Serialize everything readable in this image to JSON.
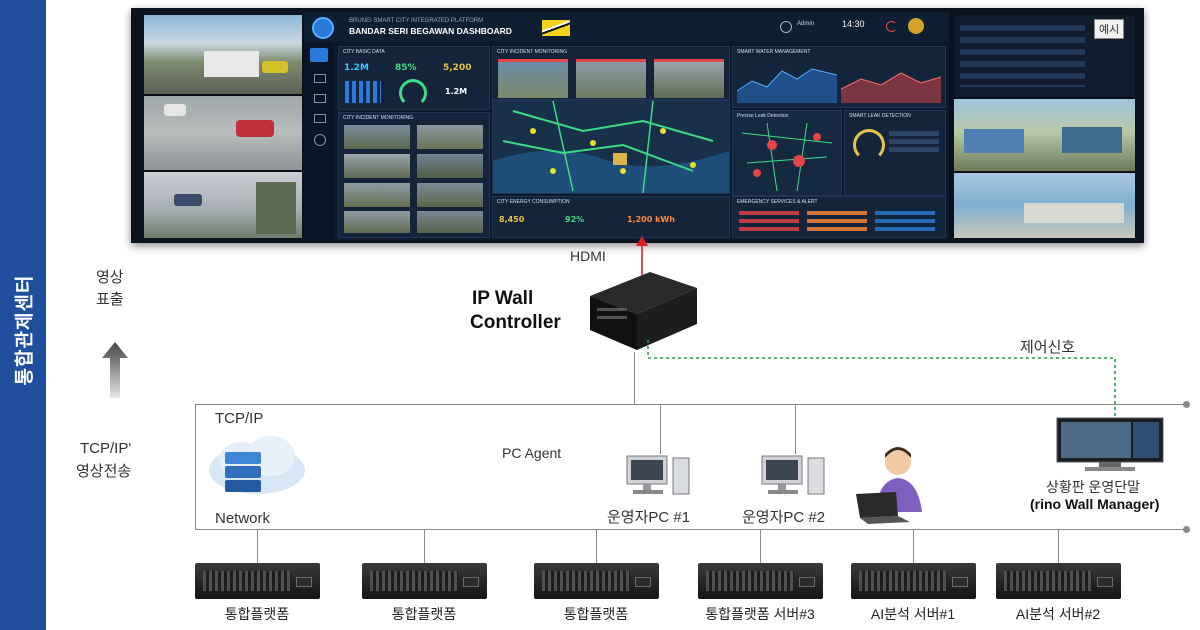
{
  "sidebar": {
    "title": "통합관제센터"
  },
  "video_wall": {
    "badge": "예시",
    "dashboard": {
      "subtitle": "BRUNEI SMART CITY INTEGRATED PLATFORM",
      "title": "BANDAR SERI BEGAWAN DASHBOARD",
      "user": "Admin",
      "time": "14:30",
      "panels": {
        "basic": "CITY BASIC DATA",
        "incident_top": "CITY INCIDENT MONITORING",
        "incident_left": "CITY INCIDENT MONITORING",
        "water": "SMART WATER MANAGEMENT",
        "leak": "Precise Leak Detection",
        "smart_leak": "SMART LEAK DETECTION",
        "energy": "CITY ENERGY CONSUMPTION",
        "emergency": "EMERGENCY SERVICES & ALERT"
      },
      "stats": {
        "population": "1.2M",
        "efficiency": "85%",
        "density": "5,200",
        "commuters": "1.2M",
        "street_lighting": "8,450",
        "efficiency2": "92%",
        "building_energy": "1,200 kWh"
      }
    }
  },
  "labels": {
    "hdmi": "HDMI",
    "ip_wall_line1": "IP Wall",
    "ip_wall_line2": "Controller",
    "video_out_line1": "영상",
    "video_out_line2": "표출",
    "control_signal": "제어신호",
    "tcpip_net": "TCP/IP",
    "network": "Network",
    "pc_agent": "PC Agent",
    "tcpip_video_line1": "TCP/IP'",
    "tcpip_video_line2": "영상전송",
    "op_pc1": "운영자PC #1",
    "op_pc2": "운영자PC #2",
    "terminal_line1": "상황판 운영단말",
    "terminal_line2": "(rino Wall Manager)"
  },
  "servers": [
    {
      "label": "통합플랫폼"
    },
    {
      "label": "통합플랫폼"
    },
    {
      "label": "통합플랫폼"
    },
    {
      "label": "통합플랫폼 서버#3"
    },
    {
      "label": "AI분석 서버#1"
    },
    {
      "label": "AI분석 서버#2"
    }
  ],
  "colors": {
    "sidebar": "#1f4e9c",
    "hdmi_arrow": "#e02020",
    "control_line": "#2e9e3e",
    "dashboard_bg": "#0d1a2b",
    "accent_green": "#3ddc84",
    "accent_red": "#e64545"
  }
}
